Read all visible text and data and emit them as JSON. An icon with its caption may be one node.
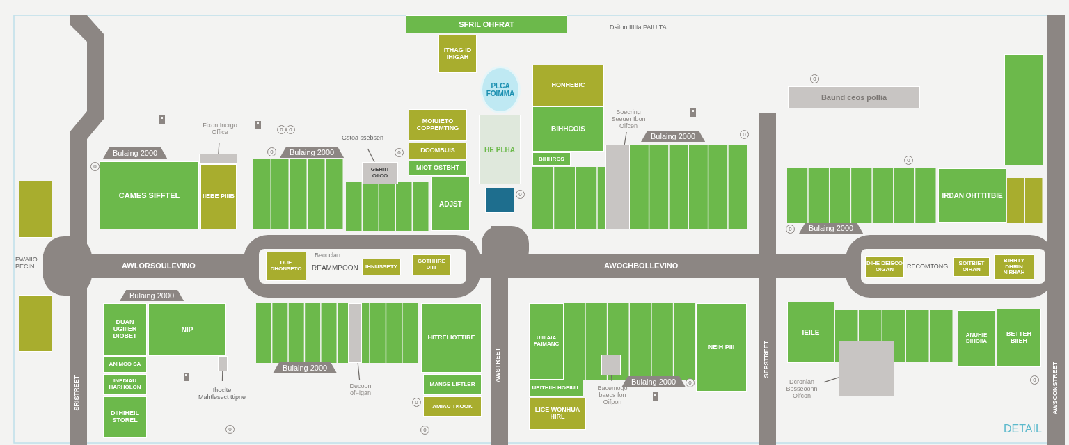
{
  "diagram": {
    "nodes": [
      {
        "text": [
          "SFRIL OHFRAT"
        ]
      },
      {
        "text": [
          "ITHAG ID IHIGAH"
        ]
      },
      {
        "text": [
          "PLCA FOIMMA"
        ]
      },
      {
        "text": [
          "HE PLHA"
        ]
      },
      {
        "text": [
          "MOIUIETO COPPEMTING"
        ]
      },
      {
        "text": [
          "DOOMBUIS"
        ]
      },
      {
        "text": [
          "MIOT OSTBHT"
        ]
      },
      {
        "text": [
          "ADJST"
        ]
      },
      {
        "text": [
          "HONHEBIC"
        ]
      },
      {
        "text": [
          "BIHHCOIS"
        ]
      },
      {
        "text": [
          "BIHHROS"
        ]
      },
      {
        "text": [
          "Baund ceos pollia"
        ]
      },
      {
        "text": [
          "IRDAN OHTTITBIE"
        ]
      },
      {
        "text": [
          "CAMES SIFFTEL"
        ]
      },
      {
        "text": [
          "IIEBE PIIIB"
        ]
      },
      {
        "text": [
          "Fixon Incrgo Office"
        ]
      },
      {
        "text": [],
        "shape": "box"
      },
      {
        "text": [
          "Gstoa ssebsen"
        ]
      },
      {
        "text": [
          "GEHIIT OIICO"
        ]
      },
      {
        "text": [
          "Boecring Seeuer Ibon Oifcen"
        ]
      },
      {
        "text": [],
        "shape": "box"
      },
      {
        "text": [
          "DUE DHONSETO"
        ]
      },
      {
        "text": [
          "IHNUSSETY"
        ]
      },
      {
        "text": [
          "GOTHHRE DIIT"
        ]
      },
      {
        "text": [
          "DIHE DEIECO OIGAN"
        ]
      },
      {
        "text": [
          "SOITBIET OIRAN"
        ]
      },
      {
        "text": [
          "BIHHTY DHRIN NIRHAH"
        ]
      },
      {
        "text": [
          "DUAN UGIIIER DIOBET"
        ]
      },
      {
        "text": [
          "NIP"
        ]
      },
      {
        "text": [
          "ANIMCO SA"
        ]
      },
      {
        "text": [
          "INEDIAU HARHOLON"
        ]
      },
      {
        "text": [
          "DIIHIHEIL STOREL"
        ]
      },
      {
        "text": [
          "Ihoclte Mahtlesect ttipne"
        ]
      },
      {
        "text": [],
        "shape": "box"
      },
      {
        "text": [
          "HITRELIOTTIRE"
        ]
      },
      {
        "text": [
          "MANGE LIFTLER"
        ]
      },
      {
        "text": [
          "AMIAU TKOOK"
        ]
      },
      {
        "text": [
          "Decoon ofFigan"
        ]
      },
      {
        "text": [],
        "shape": "box"
      },
      {
        "text": [
          "UIIIIAIA PAIMANC"
        ]
      },
      {
        "text": [
          "NEIH PIII"
        ]
      },
      {
        "text": [
          "UEITHIIH HOEIUIL"
        ]
      },
      {
        "text": [
          "LICE WONHUA HIRL"
        ]
      },
      {
        "text": [
          "Bacemogo baecs fon Oifpon"
        ]
      },
      {
        "text": [],
        "shape": "box"
      },
      {
        "text": [
          "IEILE"
        ]
      },
      {
        "text": [
          "ANUHIE DIHOIIA"
        ]
      },
      {
        "text": [
          "BETTEH BIIEH"
        ]
      },
      {
        "text": [
          "Dcronlan Bosseoonn Oifcon"
        ]
      },
      {
        "text": [],
        "shape": "box"
      },
      {
        "text": [],
        "shape": "box"
      },
      {
        "text": [],
        "shape": "box"
      },
      {
        "text": [],
        "shape": "box"
      },
      {
        "text": [],
        "shape": "box"
      }
    ],
    "edges": [
      {
        "from": 15,
        "to": 16,
        "arrow": "none"
      },
      {
        "from": 17,
        "to": 18,
        "arrow": "none"
      },
      {
        "from": 19,
        "to": 20,
        "arrow": "none"
      },
      {
        "from": 32,
        "to": 33,
        "arrow": "none"
      },
      {
        "from": 37,
        "to": 38,
        "arrow": "none"
      },
      {
        "from": 43,
        "to": 44,
        "arrow": "none"
      },
      {
        "from": 48,
        "to": 49,
        "arrow": "none"
      }
    ],
    "labels": [
      "AWLORSOULEVINO",
      "AWOCHBOLLEVINO",
      "SRISTREET",
      "AWSTREET",
      "SEPSTREET",
      "AWSCONSTREET",
      "FWAIIO PECIN",
      "Beocclan",
      "REAMMPOON",
      "RECOMTONG",
      "Bulaing 2000",
      "Bulaing 2000",
      "Bulaing 2000",
      "Bulaing 2000",
      "Bulaing 2000",
      "Bulaing 2000",
      "Bulaing 2000",
      "Dsiton IIIIta PAIUITA",
      "DETAIL",
      "0",
      "0",
      "0",
      "0",
      "0",
      "0",
      "0",
      "0",
      "0",
      "0",
      "0",
      "0",
      "0",
      "0",
      "0"
    ]
  }
}
